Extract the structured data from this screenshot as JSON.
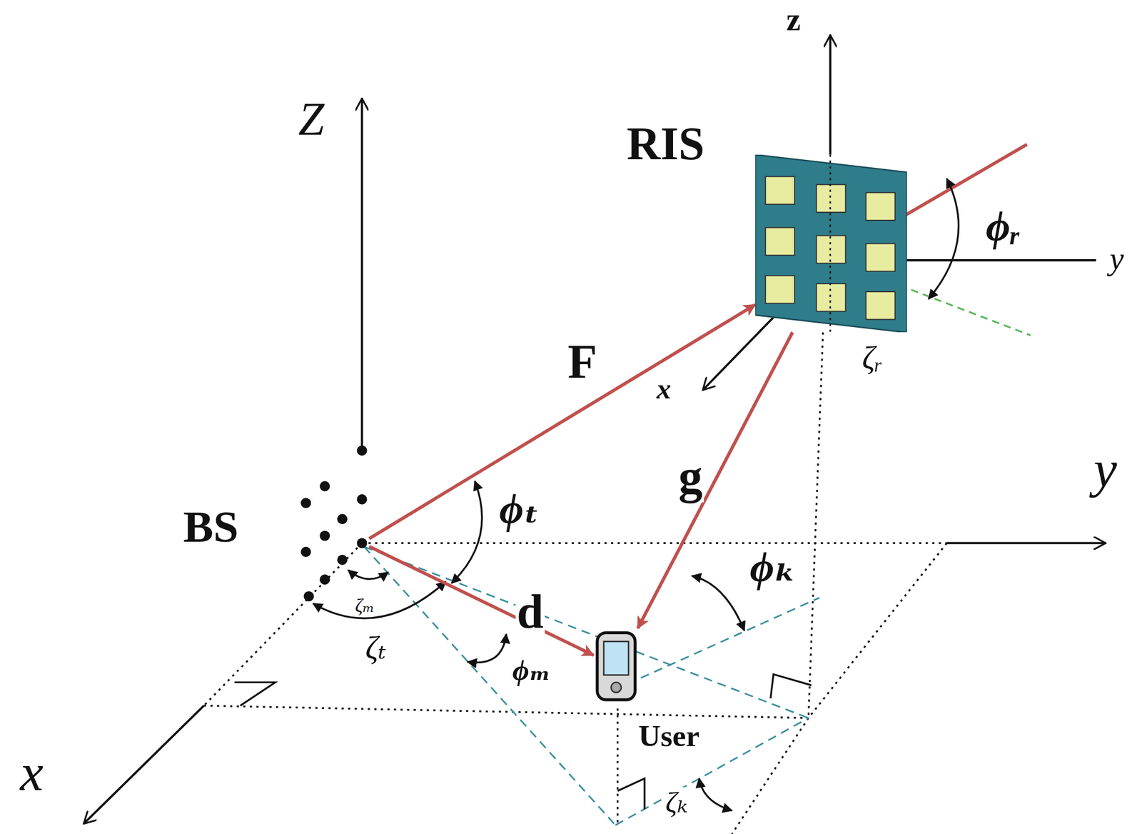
{
  "diagram": {
    "nodes": [
      {
        "text": [
          "RIS"
        ]
      },
      {
        "text": [
          "BS"
        ]
      },
      {
        "text": [
          "User"
        ]
      }
    ],
    "edges": [
      {
        "from": 1,
        "to": 0,
        "arrow": "to",
        "label": "F"
      },
      {
        "from": 0,
        "to": 2,
        "arrow": "to",
        "label": "g"
      },
      {
        "from": 1,
        "to": 2,
        "arrow": "to",
        "label": "d"
      }
    ],
    "labels": [
      "z",
      "ϕᵣ",
      "y",
      "x",
      "ζᵣ",
      "Z",
      "y",
      "ϕₜ",
      "ϕₖ",
      "ζₘ",
      "ζₜ",
      "ϕₘ",
      "x",
      "ζₖ"
    ]
  }
}
